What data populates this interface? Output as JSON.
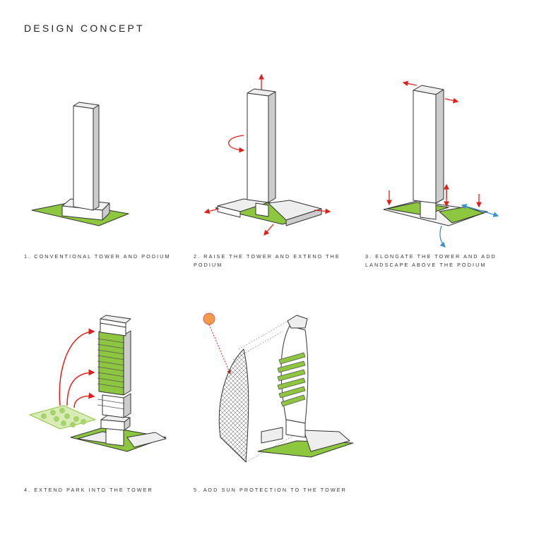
{
  "title": "DESIGN CONCEPT",
  "steps": [
    {
      "caption": "1. CONVENTIONAL TOWER AND PODIUM"
    },
    {
      "caption": "2. RAISE THE TOWER AND EXTEND THE PODIUM"
    },
    {
      "caption": "3. ELONGATE THE TOWER AND ADD LANDSCAPE ABOVE THE PODIUM"
    },
    {
      "caption": "4. EXTEND PARK INTO THE TOWER"
    },
    {
      "caption": "5. ADD SUN PROTECTION TO THE TOWER"
    }
  ],
  "colors": {
    "green": "#8dc63f",
    "red": "#e0201b",
    "blue": "#3a8fd6",
    "sun": "#f39a4a"
  }
}
